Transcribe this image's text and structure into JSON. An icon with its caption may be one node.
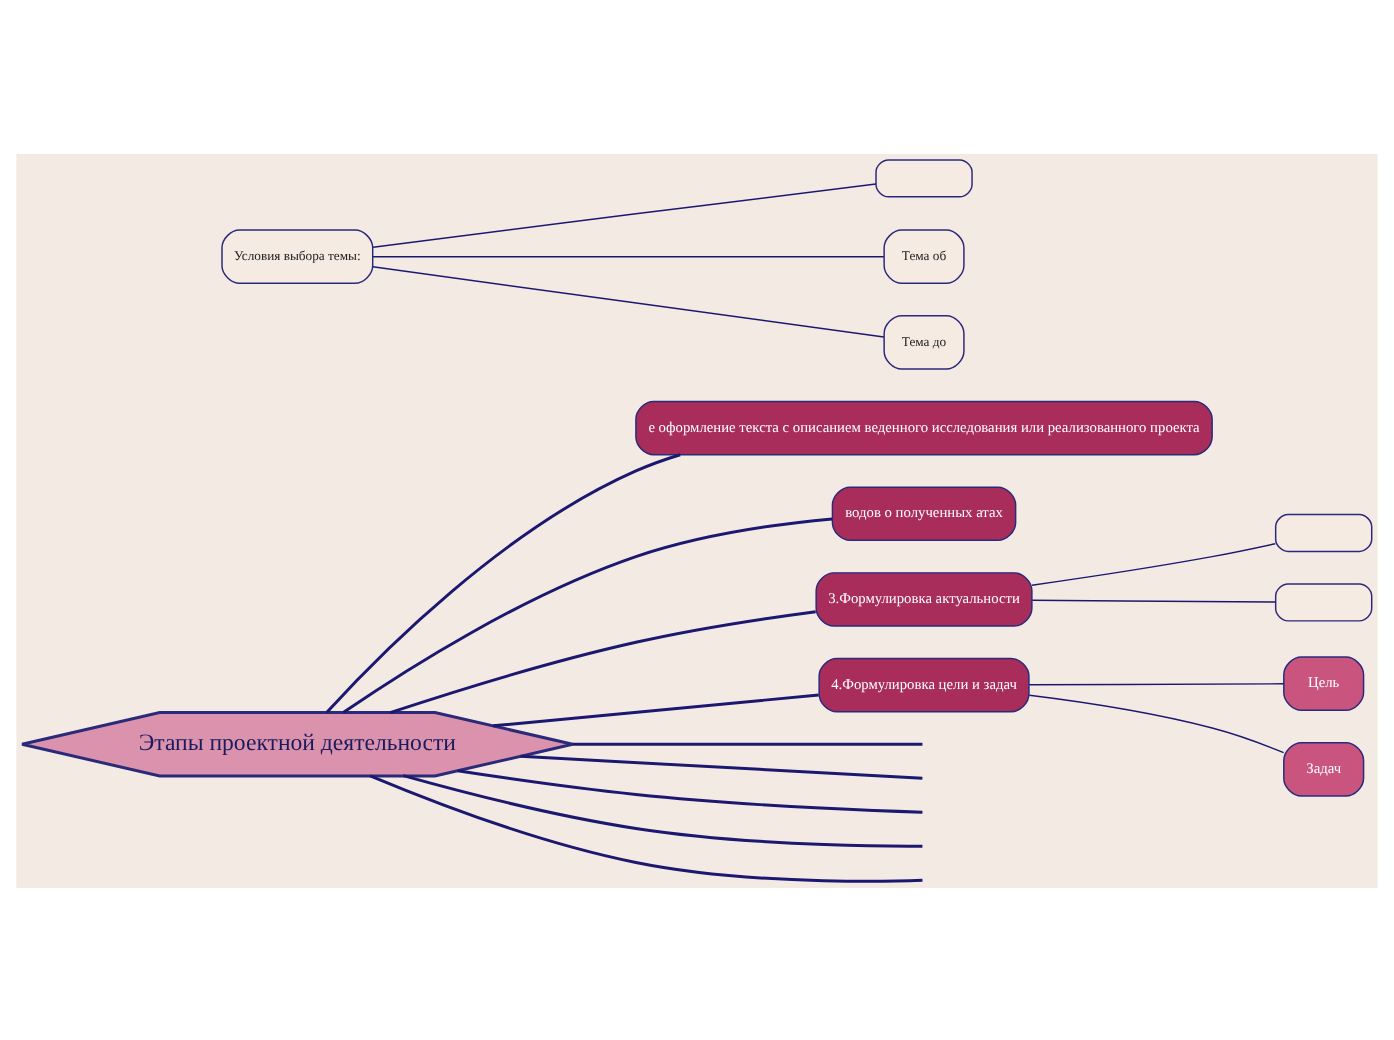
{
  "diagram": {
    "nodes": [
      {
        "text": [
          "Этапы проектной деятельности"
        ]
      },
      {
        "text": [
          "е оформление текста с описанием веденного исследования или реализованного проекта"
        ]
      },
      {
        "text": [
          "водов о полученных атах"
        ]
      },
      {
        "text": [
          "3.Формулировка актуальности"
        ]
      },
      {
        "text": [
          "4.Формулировка цели и задач"
        ]
      },
      {
        "text": [
          "Условия выбора темы:"
        ]
      },
      {
        "text": [],
        "shape": "box"
      },
      {
        "text": [
          "Тема об"
        ]
      },
      {
        "text": [
          "Тема до"
        ]
      },
      {
        "text": [],
        "shape": "box"
      },
      {
        "text": [],
        "shape": "box"
      },
      {
        "text": [
          "Цель"
        ]
      },
      {
        "text": [
          "Задач"
        ]
      }
    ],
    "edges": [
      {
        "from": 0,
        "to": 1,
        "arrow": "none"
      },
      {
        "from": 0,
        "to": 2,
        "arrow": "none"
      },
      {
        "from": 0,
        "to": 3,
        "arrow": "none"
      },
      {
        "from": 0,
        "to": 4,
        "arrow": "none"
      },
      {
        "from": 0,
        "to": null,
        "arrow": "none"
      },
      {
        "from": 0,
        "to": null,
        "arrow": "none"
      },
      {
        "from": 0,
        "to": null,
        "arrow": "none"
      },
      {
        "from": 0,
        "to": null,
        "arrow": "none"
      },
      {
        "from": 0,
        "to": null,
        "arrow": "none"
      },
      {
        "from": 5,
        "to": 6,
        "arrow": "none"
      },
      {
        "from": 5,
        "to": 7,
        "arrow": "none"
      },
      {
        "from": 5,
        "to": 8,
        "arrow": "none"
      },
      {
        "from": 3,
        "to": 9,
        "arrow": "none"
      },
      {
        "from": 3,
        "to": 10,
        "arrow": "none"
      },
      {
        "from": 4,
        "to": 11,
        "arrow": "none"
      },
      {
        "from": 4,
        "to": 12,
        "arrow": "none"
      }
    ]
  }
}
